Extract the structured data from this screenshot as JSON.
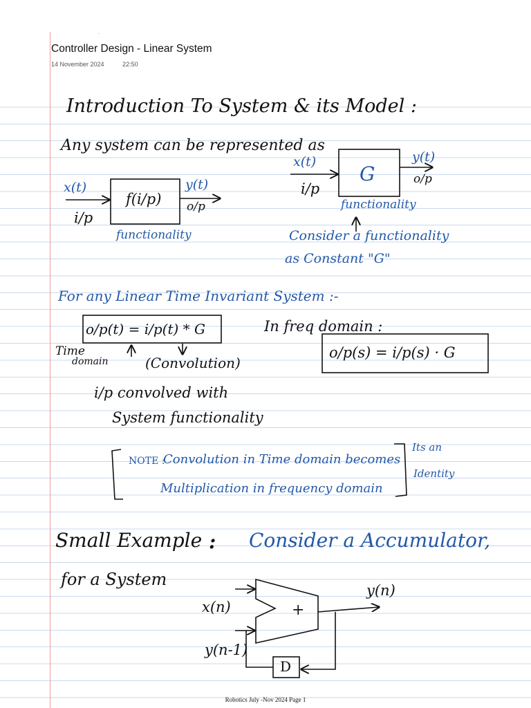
{
  "header": {
    "title": "Controller Design - Linear System",
    "date": "14 November 2024",
    "time": "22:50"
  },
  "notes": {
    "heading": "Introduction To System & its Model :",
    "line1": "Any system can be represented as",
    "block1": {
      "input": "x(t)",
      "input_label": "i/p",
      "box": "f(i/p)",
      "output": "y(t)",
      "output_label": "o/p",
      "caption": "functionality"
    },
    "block2": {
      "input": "x(t)",
      "input_label": "i/p",
      "box": "G",
      "output": "y(t)",
      "output_label": "o/p",
      "caption": "functionality",
      "note_line1": "Consider a functionality",
      "note_line2": "as Constant \"G\""
    },
    "lti_heading": "For any Linear Time Invariant System :-",
    "time_eq": "o/p(t) = i/p(t) * G",
    "time_label_1": "Time",
    "time_label_2": "domain",
    "convolution": "(Convolution)",
    "freq_label": "In freq domain :",
    "freq_eq": "o/p(s)  =  i/p(s) · G",
    "conv_note_1": "i/p convolved with",
    "conv_note_2": "System functionality",
    "note_prefix": "NOTE :",
    "note_line1": "Convolution in Time domain becomes",
    "note_line2": "Multiplication in frequency domain",
    "identity_1": "Its an",
    "identity_2": "Identity",
    "example_label": "Small Example",
    "example_colon": ":",
    "example_text": "Consider a Accumulator,",
    "example_line2": "for a System",
    "acc_input": "x(n)",
    "acc_output": "y(n)",
    "acc_feedback": "y(n-1)",
    "acc_plus": "+",
    "acc_delay": "D"
  },
  "footer": {
    "page": "Robotics July -Nov 2024 Page 1"
  },
  "colors": {
    "ink_black": "#111111",
    "ink_blue": "#2358a8",
    "margin_red": "#f29a9a",
    "rule_blue": "#c9d9ee"
  }
}
